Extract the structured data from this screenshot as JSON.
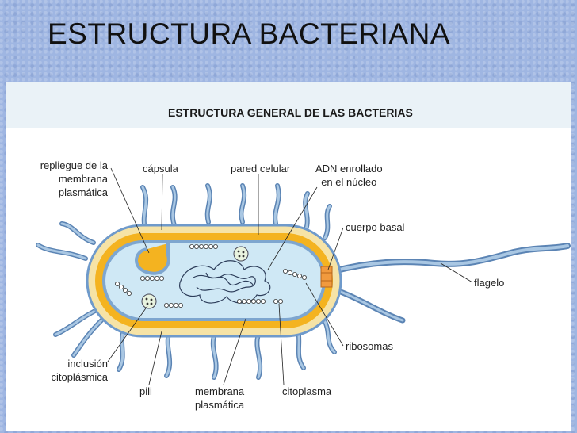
{
  "slide": {
    "title": "ESTRUCTURA BACTERIANA"
  },
  "figure": {
    "title": "ESTRUCTURA GENERAL DE LAS BACTERIAS",
    "labels": {
      "repliegue": [
        "repliegue de la",
        "membrana",
        "plasmática"
      ],
      "capsula": "cápsula",
      "pared": "pared celular",
      "adn": [
        "ADN enrollado",
        "en el núcleo"
      ],
      "cuerpo_basal": "cuerpo basal",
      "flagelo": "flagelo",
      "ribosomas": "ribosomas",
      "inclusion": [
        "inclusión",
        "citoplásmica"
      ],
      "pili": "pili",
      "membrana": [
        "membrana",
        "plasmática"
      ],
      "citoplasma": "citoplasma"
    }
  },
  "colors": {
    "capsule": "#f6e3a6",
    "wall": "#f4b320",
    "membrane": "#7ea6cf",
    "cytoplasm": "#cfe8f5",
    "appendage": "#7fa8d0",
    "header": "#eaf2f7"
  }
}
